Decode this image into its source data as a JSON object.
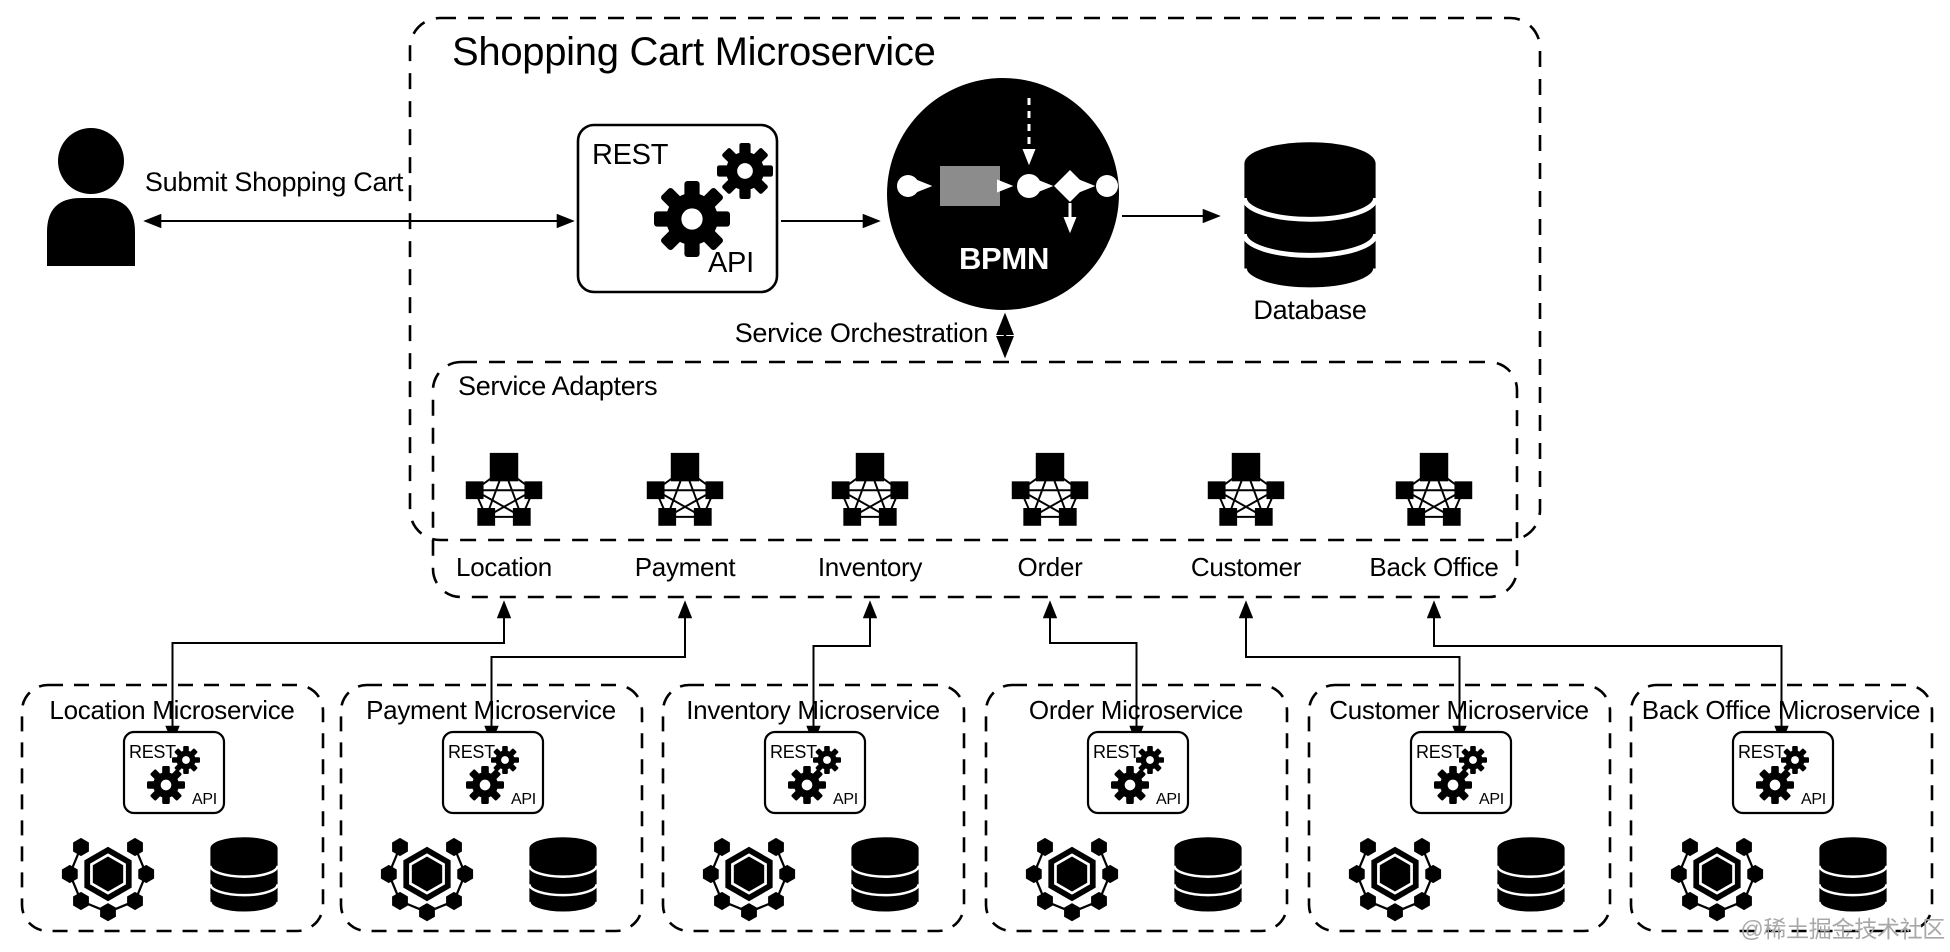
{
  "diagram": {
    "title": "Shopping Cart Microservice",
    "actor": {
      "label": "Submit Shopping Cart",
      "icon": "person-icon"
    },
    "rest_api": {
      "rest": "REST",
      "api": "API",
      "icon": "gears-icon"
    },
    "bpmn": {
      "label": "BPMN",
      "icon": "bpmn-process-circle-icon",
      "task_color": "#8c8c8c"
    },
    "database": {
      "label": "Database",
      "icon": "database-cylinder-icon"
    },
    "orchestration_label": "Service Orchestration",
    "adapters": {
      "title": "Service Adapters",
      "icon": "service-adapter-icon",
      "items": [
        "Location",
        "Payment",
        "Inventory",
        "Order",
        "Customer",
        "Back Office"
      ]
    },
    "services": [
      "Location Microservice",
      "Payment Microservice",
      "Inventory Microservice",
      "Order Microservice",
      "Customer Microservice",
      "Back Office Microservice"
    ],
    "service_box_icons": [
      "rest-api-gears-icon",
      "hexagon-module-icon",
      "database-cylinder-icon"
    ],
    "watermark": "@稀土掘金技术社区",
    "colors": {
      "ink": "#000000",
      "bpmn_task_gray": "#8c8c8c",
      "watermark": "#a8a8a8",
      "background": "#ffffff"
    }
  }
}
